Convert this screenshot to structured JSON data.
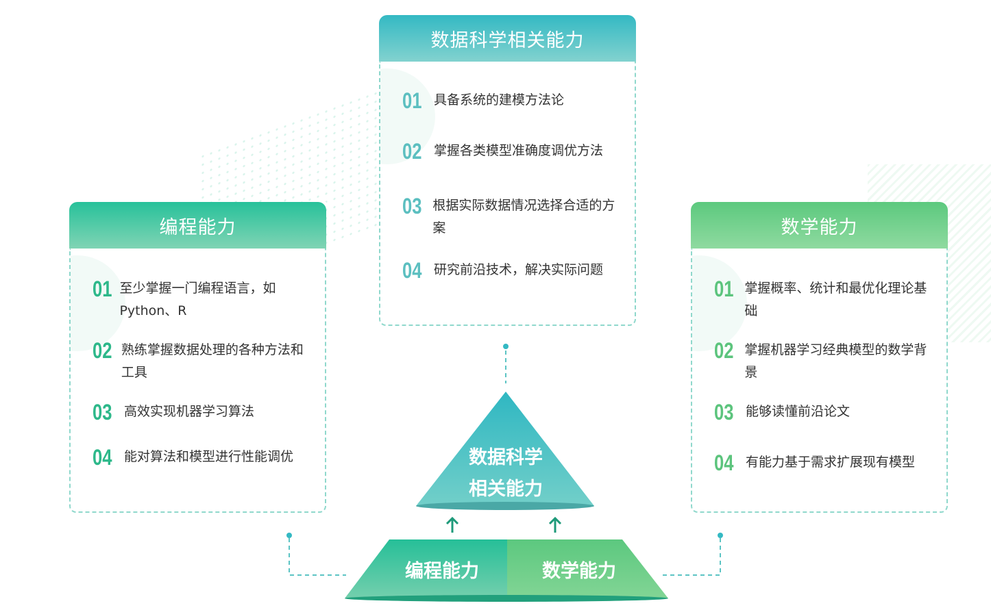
{
  "center_card": {
    "title": "数据科学相关能力",
    "items": [
      {
        "num": "01",
        "text": "具备系统的建模方法论"
      },
      {
        "num": "02",
        "text": "掌握各类模型准确度调优方法"
      },
      {
        "num": "03",
        "text": "根据实际数据情况选择合适的方案"
      },
      {
        "num": "04",
        "text": "研究前沿技术，解决实际问题"
      }
    ]
  },
  "left_card": {
    "title": "编程能力",
    "items": [
      {
        "num": "01",
        "text": "至少掌握一门编程语言，如Python、R"
      },
      {
        "num": "02",
        "text": "熟练掌握数据处理的各种方法和工具"
      },
      {
        "num": "03",
        "text": "高效实现机器学习算法"
      },
      {
        "num": "04",
        "text": "能对算法和模型进行性能调优"
      }
    ]
  },
  "right_card": {
    "title": "数学能力",
    "items": [
      {
        "num": "01",
        "text": "掌握概率、统计和最优化理论基础"
      },
      {
        "num": "02",
        "text": "掌握机器学习经典模型的数学背景"
      },
      {
        "num": "03",
        "text": "能够读懂前沿论文"
      },
      {
        "num": "04",
        "text": "有能力基于需求扩展现有模型"
      }
    ]
  },
  "pyramid": {
    "top_line1": "数据科学",
    "top_line2": "相关能力",
    "bottom_left": "编程能力",
    "bottom_right": "数学能力"
  }
}
